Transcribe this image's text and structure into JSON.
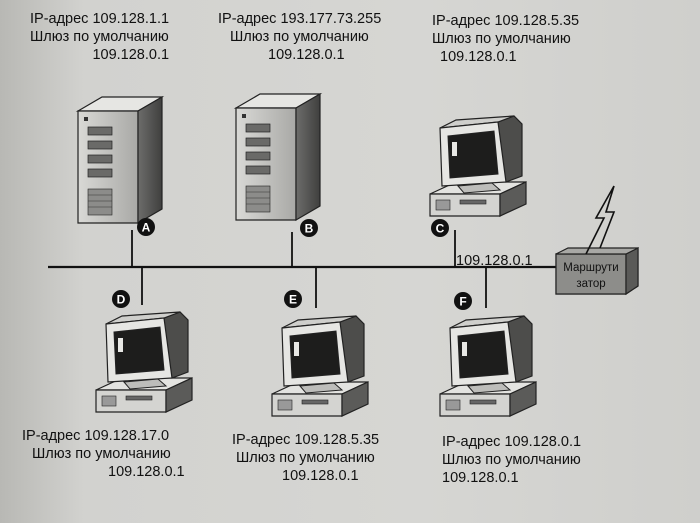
{
  "nodes": {
    "a": {
      "letter": "A",
      "ip": "IP-адрес 109.128.1.1",
      "gw_label": "Шлюз по умолчанию",
      "gw": "109.128.0.1"
    },
    "b": {
      "letter": "B",
      "ip": "IP-адрес 193.177.73.255",
      "gw_label": "Шлюз по умолчанию",
      "gw": "109.128.0.1"
    },
    "c": {
      "letter": "C",
      "ip": "IP-адрес 109.128.5.35",
      "gw_label": "Шлюз по умолчанию",
      "gw": "109.128.0.1"
    },
    "d": {
      "letter": "D",
      "ip": "IP-адрес 109.128.17.0",
      "gw_label": "Шлюз по умолчанию",
      "gw": "109.128.0.1"
    },
    "e": {
      "letter": "E",
      "ip": "IP-адрес 109.128.5.35",
      "gw_label": "Шлюз по умолчанию",
      "gw": "109.128.0.1"
    },
    "f": {
      "letter": "F",
      "ip": "IP-адрес 109.128.0.1",
      "gw_label": "Шлюз по умолчанию",
      "gw": "109.128.0.1"
    }
  },
  "router": {
    "label_line1": "Маршрути",
    "label_line2": "затор",
    "ip": "109.128.0.1"
  }
}
